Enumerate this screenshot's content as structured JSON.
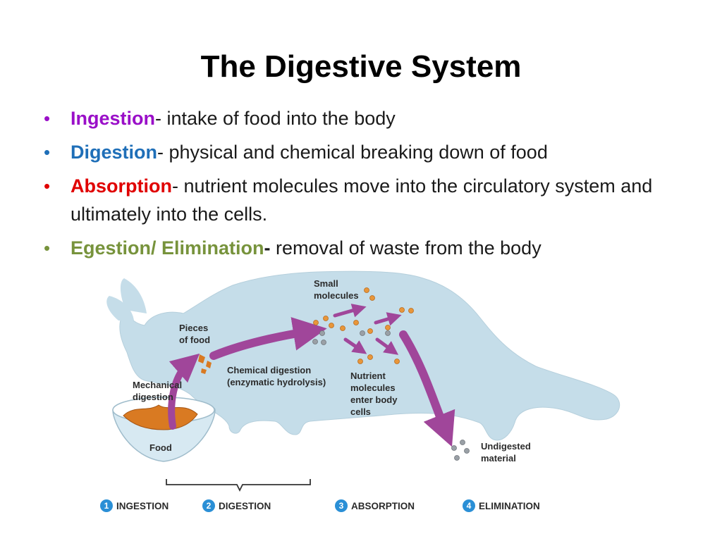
{
  "title": "The Digestive System",
  "bullets": [
    {
      "term": "Ingestion",
      "sep": "-",
      "text": " intake of food into the body",
      "color": "#9a0fc8"
    },
    {
      "term": "Digestion",
      "sep": "-",
      "text": " physical and chemical breaking down of food",
      "color": "#1f6fb8"
    },
    {
      "term": "Absorption",
      "sep": "-",
      "text": " nutrient molecules move into the circulatory system and ultimately into the cells.",
      "color": "#e00000"
    },
    {
      "term": "Egestion/ Elimination",
      "sep": "-",
      "text": " removal of waste from the body",
      "color": "#77933c"
    }
  ],
  "figure": {
    "labels": {
      "small_molecules_1": "Small",
      "small_molecules_2": "molecules",
      "pieces_1": "Pieces",
      "pieces_2": "of food",
      "chemical_1": "Chemical digestion",
      "chemical_2": "(enzymatic hydrolysis)",
      "mechanical_1": "Mechanical",
      "mechanical_2": "digestion",
      "nutrient_1": "Nutrient",
      "nutrient_2": "molecules",
      "nutrient_3": "enter body",
      "nutrient_4": "cells",
      "food": "Food",
      "undigested_1": "Undigested",
      "undigested_2": "material"
    },
    "stages": [
      {
        "number": "1",
        "label": "INGESTION"
      },
      {
        "number": "2",
        "label": "DIGESTION"
      },
      {
        "number": "3",
        "label": "ABSORPTION"
      },
      {
        "number": "4",
        "label": "ELIMINATION"
      }
    ],
    "colors": {
      "cat_body": "#c5dde9",
      "arrow": "#a0469a",
      "nutrient": "#e8963a",
      "waste": "#9aa0a6",
      "badge": "#2a8fd6"
    }
  }
}
